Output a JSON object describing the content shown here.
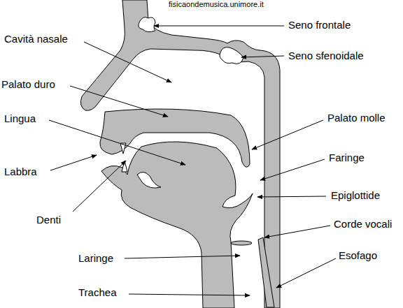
{
  "diagram": {
    "labels": [
      "fisicaondemusica.unimore.it",
      "Seno frontale",
      "Cavità nasale",
      "Seno sfenoidale",
      "Palato duro",
      "Lingua",
      "Palato molle",
      "Faringe",
      "Labbra",
      "Epiglottide",
      "Denti",
      "Corde vocali",
      "Laringe",
      "Esofago",
      "Trachea"
    ]
  }
}
